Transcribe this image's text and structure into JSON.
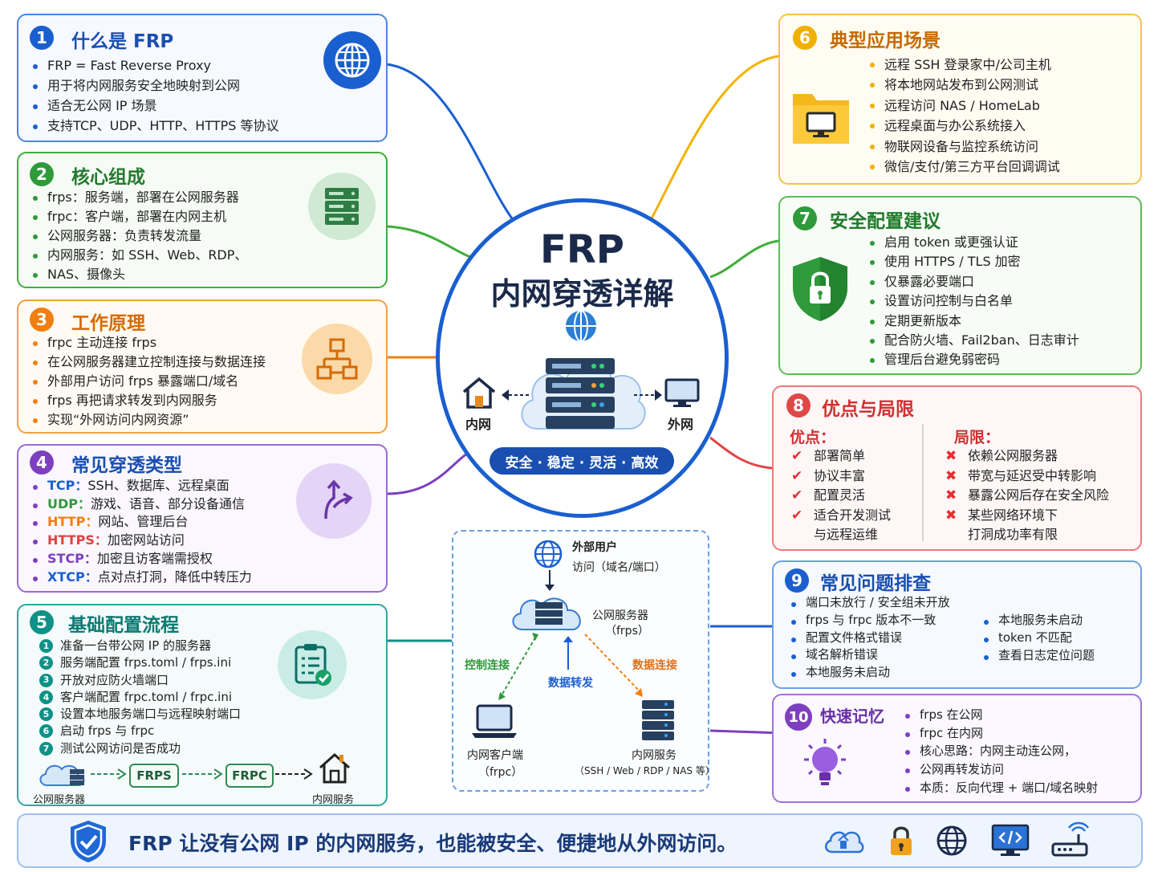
{
  "center": {
    "title1": "FRP",
    "title2": "内网穿透详解",
    "inner": "内网",
    "outer": "外网",
    "tag": "安全 · 稳定 · 灵活 · 高效"
  },
  "s1": {
    "num": "1",
    "title": "什么是 FRP",
    "items": [
      "FRP = Fast Reverse Proxy",
      "用于将内网服务安全地映射到公网",
      "适合无公网 IP 场景",
      "支持TCP、UDP、HTTP、HTTPS 等协议"
    ],
    "icon": "globe-icon",
    "color": "#1a5fd0"
  },
  "s2": {
    "num": "2",
    "title": "核心组成",
    "items": [
      "frps：服务端，部署在公网服务器",
      "frpc：客户端，部署在内网主机",
      "公网服务器：负责转发流量",
      "内网服务：如 SSH、Web、RDP、",
      "NAS、摄像头"
    ],
    "icon": "server-icon",
    "color": "#2e9a3a"
  },
  "s3": {
    "num": "3",
    "title": "工作原理",
    "items": [
      "frpc 主动连接 frps",
      "在公网服务器建立控制连接与数据连接",
      "外部用户访问 frps 暴露端口/域名",
      "frps 再把请求转发到内网服务",
      "实现“外网访问内网资源”"
    ],
    "icon": "flowchart-icon",
    "color": "#f07f10"
  },
  "s4": {
    "num": "4",
    "title": "常见穿透类型",
    "items": [
      {
        "k": "TCP：",
        "v": "SSH、数据库、远程桌面",
        "c": "#1a5fd0"
      },
      {
        "k": "UDP：",
        "v": "游戏、语音、部分设备通信",
        "c": "#2e9a3a"
      },
      {
        "k": "HTTP：",
        "v": "网站、管理后台",
        "c": "#f07f10"
      },
      {
        "k": "HTTPS：",
        "v": "加密网站访问",
        "c": "#e04040"
      },
      {
        "k": "STCP：",
        "v": "加密且访客端需授权",
        "c": "#7d3fbf"
      },
      {
        "k": "XTCP：",
        "v": "点对点打洞，降低中转压力",
        "c": "#1a5fd0"
      }
    ],
    "icon": "route-arrows-icon",
    "color": "#7d3fbf"
  },
  "s5": {
    "num": "5",
    "title": "基础配置流程",
    "items": [
      "准备一台带公网 IP 的服务器",
      "服务端配置 frps.toml / frps.ini",
      "开放对应防火墙端口",
      "客户端配置 frpc.toml / frpc.ini",
      "设置本地服务端口与远程映射端口",
      "启动 frps 与 frpc",
      "测试公网访问是否成功"
    ],
    "steps": [
      "1",
      "2",
      "3",
      "4",
      "5",
      "6",
      "7"
    ],
    "flow": {
      "a": "公网服务器",
      "b": "FRPS",
      "c": "FRPC",
      "d": "内网服务"
    },
    "icon": "clipboard-check-icon",
    "color": "#0f9187"
  },
  "s6": {
    "num": "6",
    "title": "典型应用场景",
    "items": [
      "远程 SSH 登录家中/公司主机",
      "将本地网站发布到公网测试",
      "远程访问 NAS / HomeLab",
      "远程桌面与办公系统接入",
      "物联网设备与监控系统访问",
      "微信/支付/第三方平台回调调试"
    ],
    "icon": "folder-monitor-icon",
    "color": "#e69b00"
  },
  "s7": {
    "num": "7",
    "title": "安全配置建议",
    "items": [
      "启用 token 或更强认证",
      "使用 HTTPS / TLS 加密",
      "仅暴露必要端口",
      "设置访问控制与白名单",
      "定期更新版本",
      "配合防火墙、Fail2ban、日志审计",
      "管理后台避免弱密码"
    ],
    "icon": "shield-lock-icon",
    "color": "#2e9a3a"
  },
  "s8": {
    "num": "8",
    "title": "优点与局限",
    "pros_title": "优点：",
    "cons_title": "局限：",
    "pros": [
      "部署简单",
      "协议丰富",
      "配置灵活",
      "适合开发测试",
      "与远程运维"
    ],
    "cons": [
      "依赖公网服务器",
      "带宽与延迟受中转影响",
      "暴露公网后存在安全风险",
      "某些网络环境下",
      "打洞成功率有限"
    ],
    "color": "#e04848"
  },
  "s9": {
    "num": "9",
    "title": "常见问题排查",
    "left": [
      "端口未放行 / 安全组未开放",
      "frps 与 frpc 版本不一致",
      "配置文件格式错误",
      "域名解析错误",
      "本地服务未启动"
    ],
    "right": [
      "本地服务未启动",
      "token 不匹配",
      "查看日志定位问题"
    ],
    "color": "#1a5fd0"
  },
  "s10": {
    "num": "10",
    "title": "快速记忆",
    "items": [
      "frps 在公网",
      "frpc 在内网",
      "核心思路：内网主动连公网，",
      "公网再转发访问",
      "本质：反向代理 + 端口/域名映射"
    ],
    "icon": "lightbulb-icon",
    "color": "#7d3fbf"
  },
  "topo": {
    "user1": "外部用户",
    "user2": "访问（域名/端口）",
    "server1": "公网服务器",
    "server2": "（frps）",
    "ctrl": "控制连接",
    "fwd": "数据转发",
    "data": "数据连接",
    "client1": "内网客户端",
    "client2": "（frpc）",
    "svc1": "内网服务",
    "svc2": "（SSH / Web / RDP / NAS 等）"
  },
  "bottom": {
    "text": "FRP 让没有公网 IP 的内网服务，也能被安全、便捷地从外网访问。",
    "icons": [
      "cloud-icon",
      "lock-icon",
      "globe-icon",
      "code-monitor-icon",
      "router-icon"
    ]
  }
}
